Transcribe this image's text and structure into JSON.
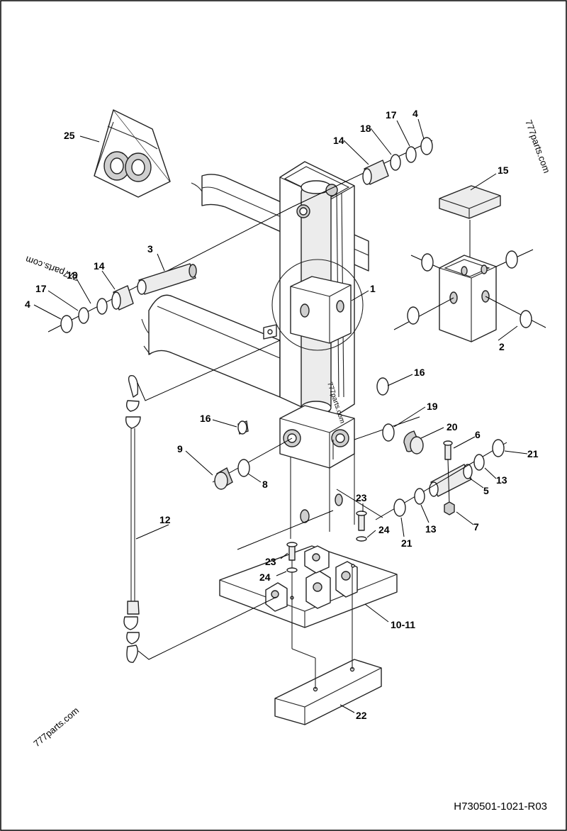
{
  "document_id": "H730501-1021-R03",
  "watermarks": [
    "777parts.com",
    "777parts.com",
    "777parts.com",
    "777parts.com"
  ],
  "callouts": {
    "c1": "1",
    "c2": "2",
    "c3": "3",
    "c4a": "4",
    "c4b": "4",
    "c5": "5",
    "c6": "6",
    "c7": "7",
    "c8": "8",
    "c9": "9",
    "c10_11": "10-11",
    "c12": "12",
    "c13a": "13",
    "c13b": "13",
    "c14a": "14",
    "c14b": "14",
    "c15": "15",
    "c16a": "16",
    "c16b": "16",
    "c17a": "17",
    "c17b": "17",
    "c18a": "18",
    "c18b": "18",
    "c19": "19",
    "c20": "20",
    "c21a": "21",
    "c21b": "21",
    "c22": "22",
    "c23a": "23",
    "c23b": "23",
    "c24a": "24",
    "c24b": "24",
    "c25": "25"
  }
}
